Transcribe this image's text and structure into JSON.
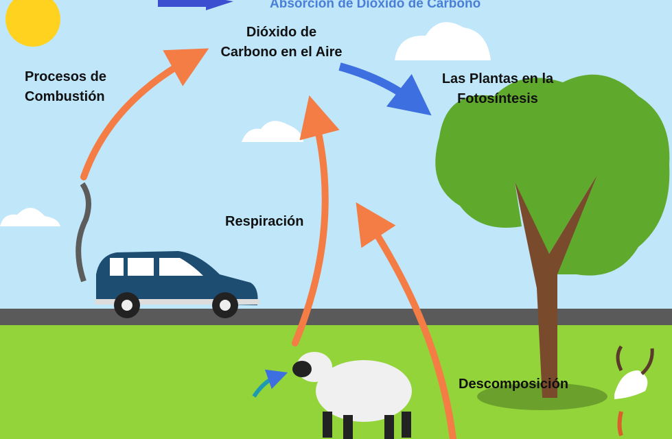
{
  "title": "Absorción de Dióxido de Carbono",
  "labels": {
    "co2_air": [
      "Dióxido de",
      "Carbono en el Aire"
    ],
    "combustion": [
      "Procesos de",
      "Combustión"
    ],
    "photosynthesis": [
      "Las Plantas en la",
      "Fotosíntesis"
    ],
    "respiration": "Respiración",
    "decomposition": "Descomposición"
  },
  "colors": {
    "sky": "#bfe6f9",
    "grass": "#93d43a",
    "road": "#5a5a5a",
    "arrow_release": "#f47c45",
    "arrow_absorb": "#3e6fe0",
    "title": "#4a7fd8",
    "tree_canopy": "#5faa2c",
    "trunk": "#7a4a2c",
    "car": "#1e4d72",
    "sun": "#ffd21f"
  }
}
